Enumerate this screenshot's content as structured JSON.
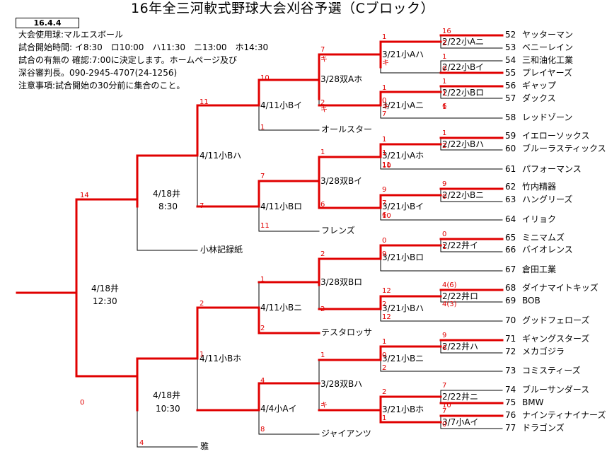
{
  "title": "16年全三河軟式野球大会刈谷予選（Cブロック）",
  "date_box": "16.4.4",
  "info": [
    "大会使用球:マルエスボール",
    "試合開始時間: イ8:30　ロ10:00　ハ11:30　ニ13:00　ホ14:30",
    "試合の有無の 確認:7:00に決定します。ホームページ及び",
    "深谷審判長。090-2945-4707(24-1256)",
    "注意事項:試合開始の30分前に集合のこと。"
  ],
  "teams": [
    {
      "no": "52",
      "name": "ヤッターマン"
    },
    {
      "no": "53",
      "name": "ベニーレイン"
    },
    {
      "no": "54",
      "name": "三和油化工業"
    },
    {
      "no": "55",
      "name": "プレイヤーズ"
    },
    {
      "no": "56",
      "name": "ギャップ"
    },
    {
      "no": "57",
      "name": "ダックス"
    },
    {
      "no": "58",
      "name": "レッドゾーン"
    },
    {
      "no": "59",
      "name": "イエローソックス"
    },
    {
      "no": "60",
      "name": "ブルーラスティックス"
    },
    {
      "no": "61",
      "name": "パフォーマンス"
    },
    {
      "no": "62",
      "name": "竹内精器"
    },
    {
      "no": "63",
      "name": "ハングリーズ"
    },
    {
      "no": "64",
      "name": "イリョク"
    },
    {
      "no": "65",
      "name": "ミニマムズ"
    },
    {
      "no": "66",
      "name": "バイオレンス"
    },
    {
      "no": "67",
      "name": "倉田工業"
    },
    {
      "no": "68",
      "name": "ダイナマイトキッズ"
    },
    {
      "no": "69",
      "name": "BOB"
    },
    {
      "no": "70",
      "name": "グッドフェローズ"
    },
    {
      "no": "71",
      "name": "ギャングスターズ"
    },
    {
      "no": "72",
      "name": "メカゴジラ"
    },
    {
      "no": "73",
      "name": "コミスティーズ"
    },
    {
      "no": "74",
      "name": "ブルーサンダース"
    },
    {
      "no": "75",
      "name": "BMW"
    },
    {
      "no": "76",
      "name": "ナインティナイナーズ"
    },
    {
      "no": "77",
      "name": "ドラゴンズ"
    }
  ],
  "seeded_teams": [
    "オールスター",
    "フレンズ",
    "小林記録紙",
    "テスタロッサ",
    "ジャイアンツ",
    "雅"
  ],
  "matches": [
    "2/22小Aニ",
    "2/22小Bイ",
    "2/22小Bロ",
    "2/22小Bハ",
    "2/22小Bニ",
    "2/22井イ",
    "2/22井ロ",
    "2/22井ハ",
    "2/22井ニ",
    "3/7小Aイ",
    "3/21小Aハ",
    "3/21小Aニ",
    "3/21小Aホ",
    "3/21小Bイ",
    "3/21小Bロ",
    "3/21小Bハ",
    "3/21小Bニ",
    "3/21小Bホ",
    "3/28双Aホ",
    "3/28双Bイ",
    "3/28双Bロ",
    "3/28双Bハ",
    "4/11小Bイ",
    "4/11小Bロ",
    "4/11小Bニ",
    "4/4小Aイ",
    "4/11小Bハ",
    "4/11小Bホ",
    "4/18井",
    "8:30",
    "4/18井",
    "10:30",
    "4/18井",
    "12:30"
  ],
  "scores": [
    "16",
    "2",
    "1",
    "0",
    "1",
    "1",
    "1",
    "6",
    "1",
    "2",
    "9",
    "0",
    "0",
    "1",
    "4(6)",
    "4(3)",
    "9",
    "6",
    "7",
    "10",
    "7",
    "0",
    "1",
    "キ",
    "1",
    "0",
    "7",
    "キ",
    "1",
    "1",
    "10",
    "11",
    "9",
    "7",
    "10",
    "6",
    "0",
    "9",
    "12",
    "2",
    "12",
    "1",
    "0",
    "2",
    "2",
    "1",
    "7",
    "キ",
    "2",
    "キ",
    "1",
    "6",
    "2",
    "2",
    "1",
    "キ",
    "10",
    "1",
    "7",
    "11",
    "1",
    "2",
    "4",
    "8",
    "11",
    "7",
    "2",
    "1",
    "14",
    "0",
    "4"
  ]
}
